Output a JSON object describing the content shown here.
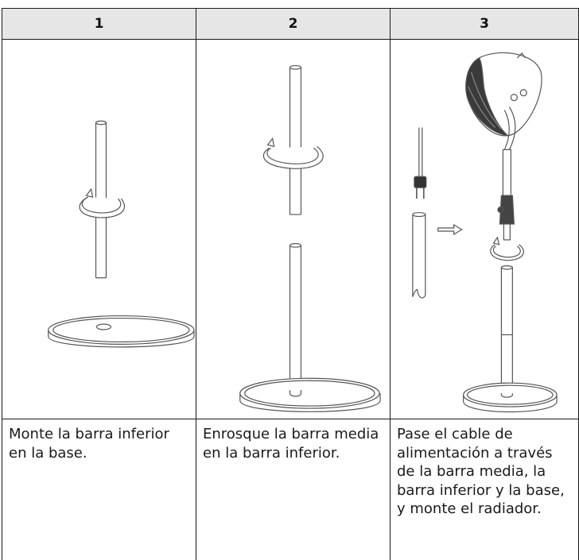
{
  "steps": [
    {
      "number": "1",
      "text": "Monte la barra inferior en la base."
    },
    {
      "number": "2",
      "text": "Enrosque la barra media en la barra inferior."
    },
    {
      "number": "3",
      "text": "Pase el cable de alimentación a través de la barra media, la barra inferior y la base, y monte el radiador."
    }
  ],
  "colors": {
    "header_bg": "#e6e6e6",
    "border": "#1a1a1a",
    "line_art": "#555555"
  }
}
